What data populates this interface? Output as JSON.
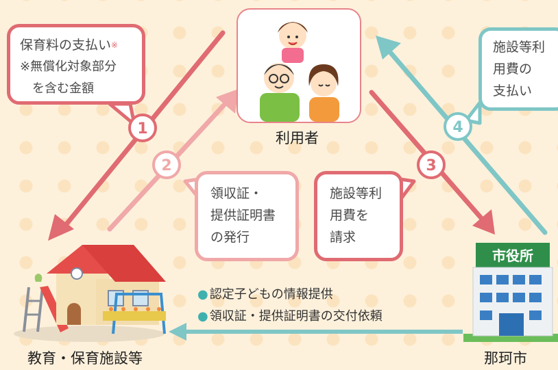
{
  "users": {
    "label": "利用者"
  },
  "facility": {
    "label": "教育・保育施設等"
  },
  "city": {
    "label": "那珂市",
    "sign": "市役所"
  },
  "steps": [
    "1",
    "2",
    "3",
    "4"
  ],
  "callouts": {
    "payment_fee": {
      "line1": "保育料の支払い",
      "mark": "※",
      "note1": "※無償化対象部分",
      "note2": "を含む金額"
    },
    "receipt": {
      "line1": "領収証・",
      "line2": "提供証明書",
      "line3": "の発行"
    },
    "request": {
      "line1": "施設等利",
      "line2": "用費を",
      "line3": "請求"
    },
    "facility_payment": {
      "line1": "施設等利",
      "line2": "用費の",
      "line3": "支払い"
    }
  },
  "info_items": [
    "認定子どもの情報提供",
    "領収証・提供証明書の交付依頼"
  ],
  "colors": {
    "red": "#e06b72",
    "pink": "#f0a8a8",
    "teal": "#7fc6c6",
    "background": "#fdf1dc"
  }
}
